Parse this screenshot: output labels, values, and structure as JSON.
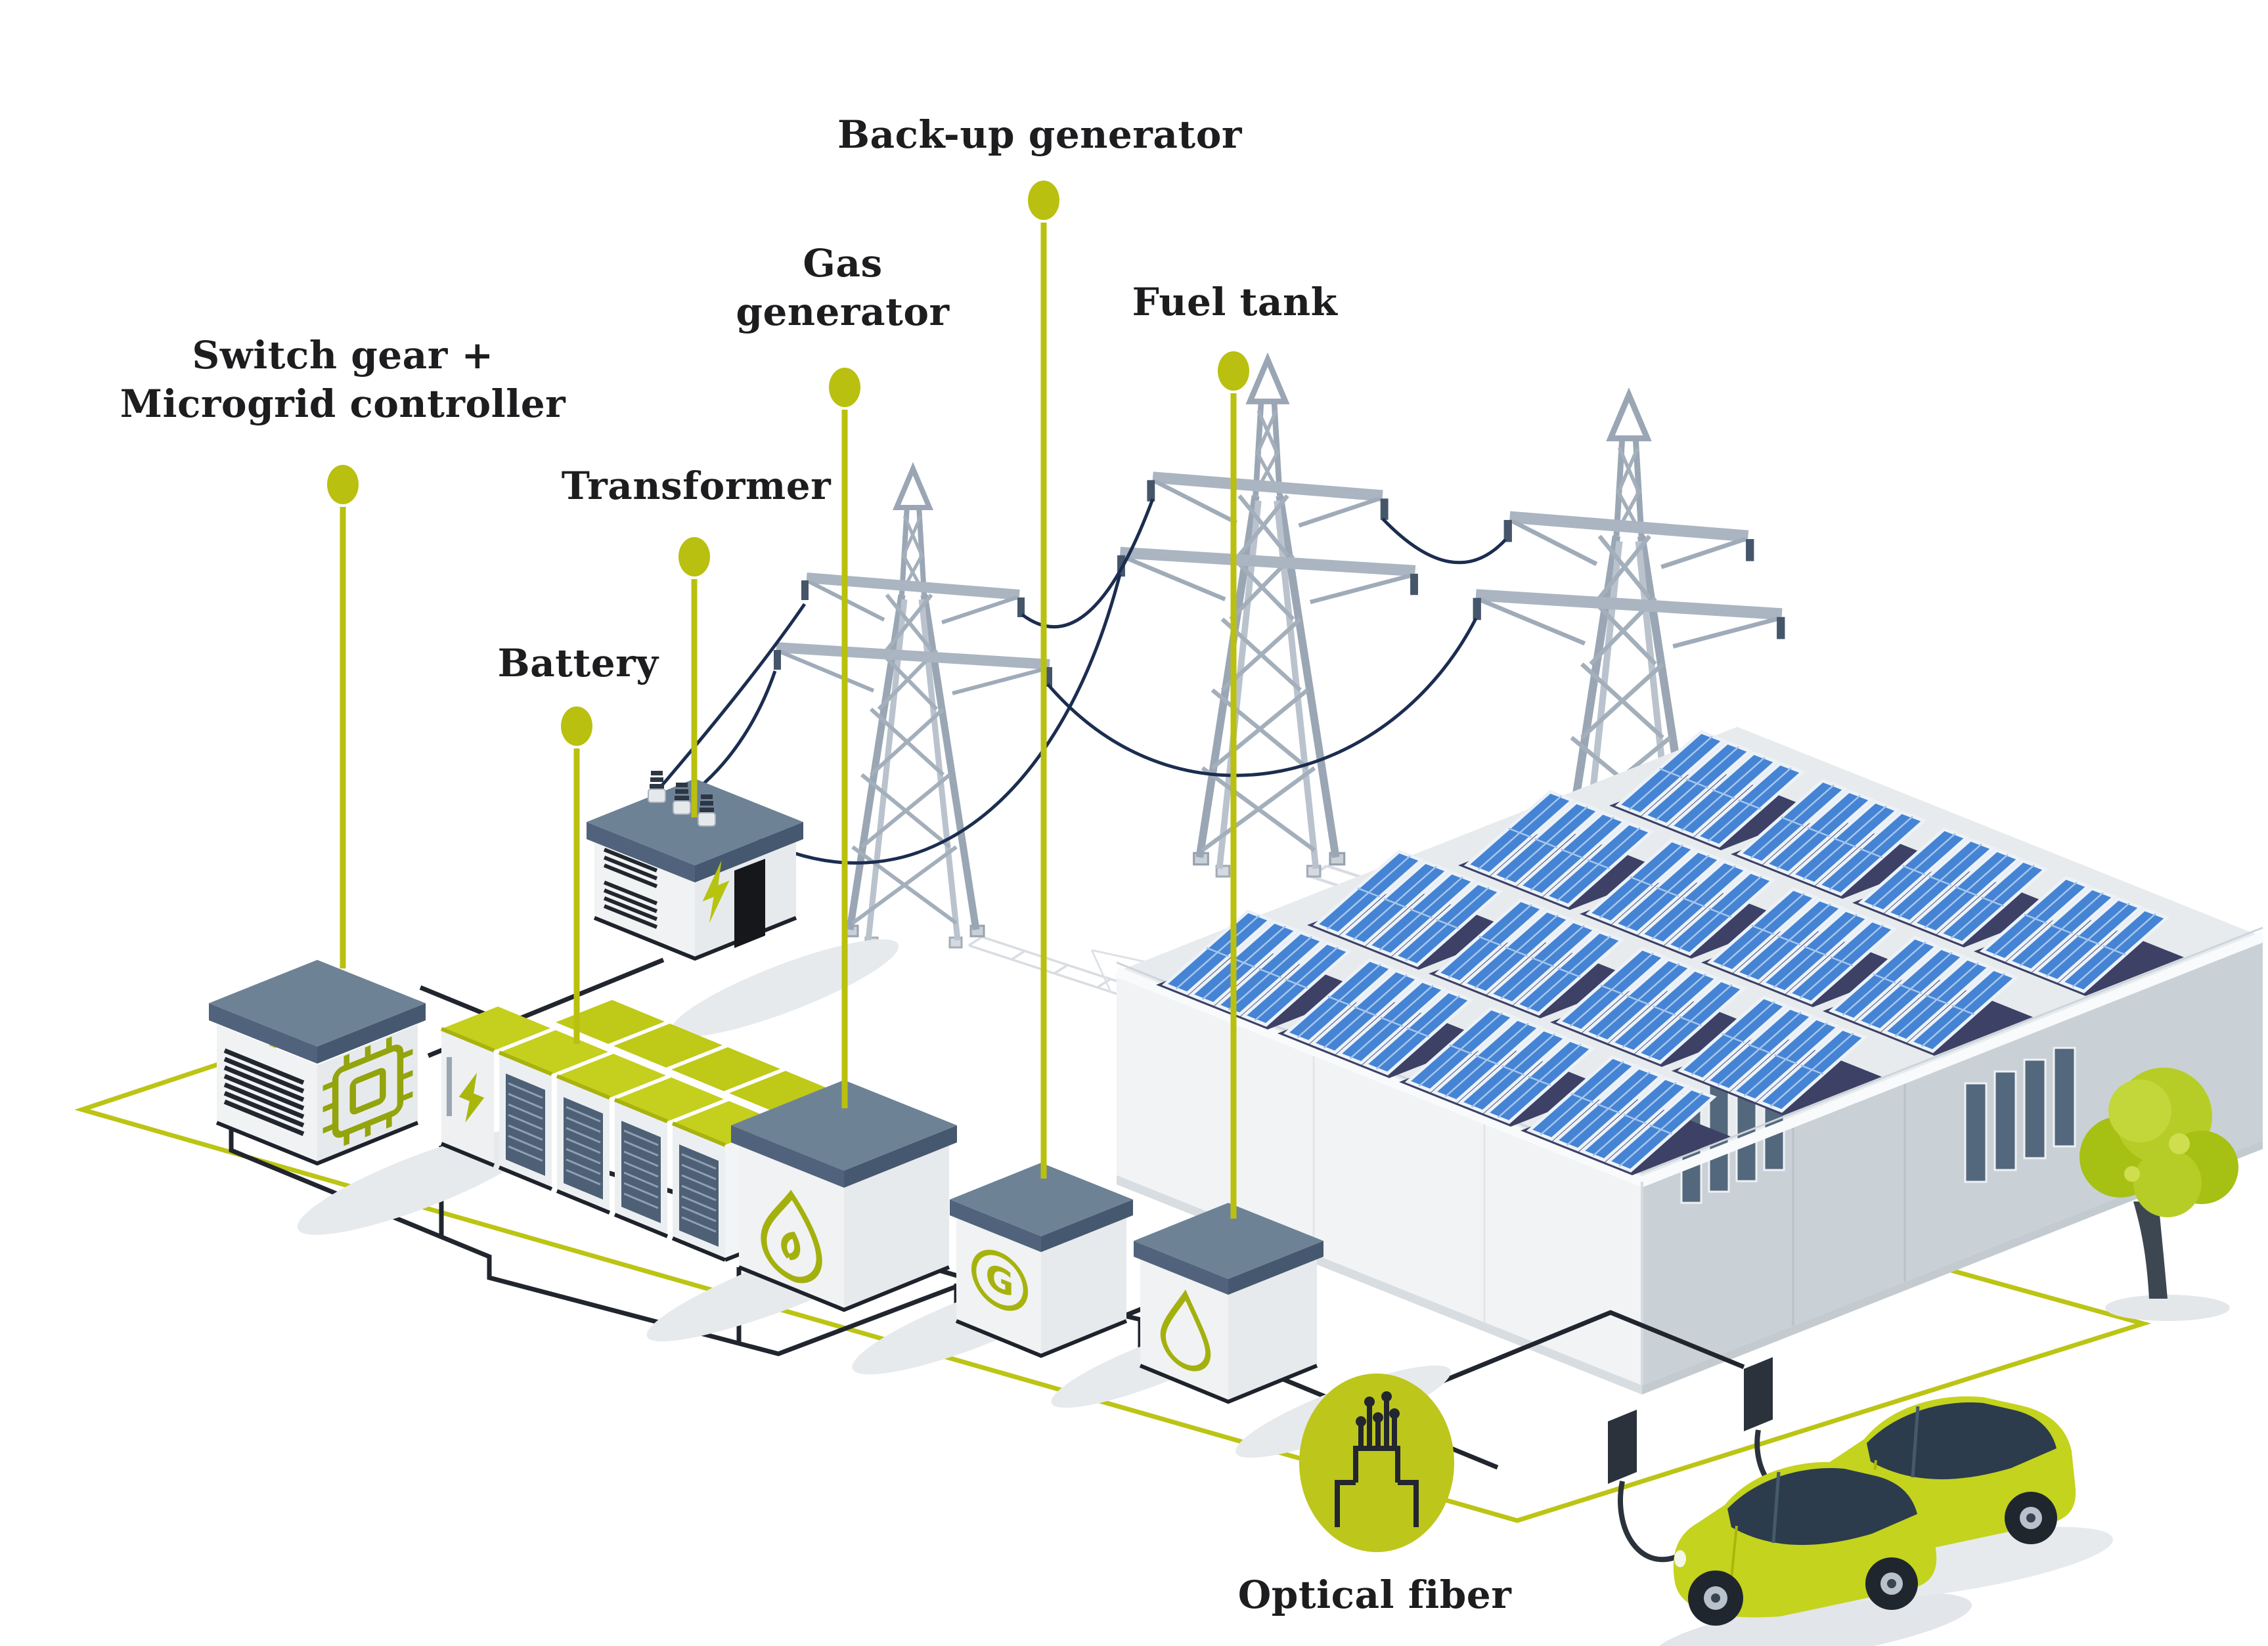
{
  "diagram": {
    "type": "isometric-infographic",
    "subject": "Commercial microgrid with solar warehouse, grid pylons and EV charging"
  },
  "labels": {
    "switchgear": {
      "line1": "Switch gear +",
      "line2": "Microgrid controller"
    },
    "transformer": "Transformer",
    "battery": "Battery",
    "gas_generator": {
      "line1": "Gas",
      "line2": "generator"
    },
    "backup_generator": "Back-up generator",
    "fuel_tank": "Fuel tank",
    "optical_fiber": "Optical fiber",
    "generator_letter": "G"
  },
  "icon_names": {
    "switchgear": "microchip-icon",
    "transformer": "lightning-bolt-icon",
    "battery_inverter": "lightning-bolt-icon",
    "battery_cabinet_end": "battery-cell-icon",
    "gas_generator": "flame-icon",
    "backup_generator": "letter-g-icon",
    "fuel_tank": "fuel-drop-icon",
    "optical_fiber": "fiber-cable-icon"
  },
  "colors": {
    "accent_lime": "#b9c00f",
    "accent_lime_bright": "#c4cf1d",
    "accent_lime_dark": "#a3b00c",
    "slate_top": "#6e8296",
    "slate_rim": "#4f617a",
    "bus_black": "#21252e",
    "wire_navy": "#1b2d50",
    "solar_blue": "#4584d4",
    "solar_base_navy": "#3d4166",
    "building_right_face": "#c9d1d7",
    "building_left_face": "#f1f3f5",
    "steel_gray": "#9aa6b4"
  }
}
